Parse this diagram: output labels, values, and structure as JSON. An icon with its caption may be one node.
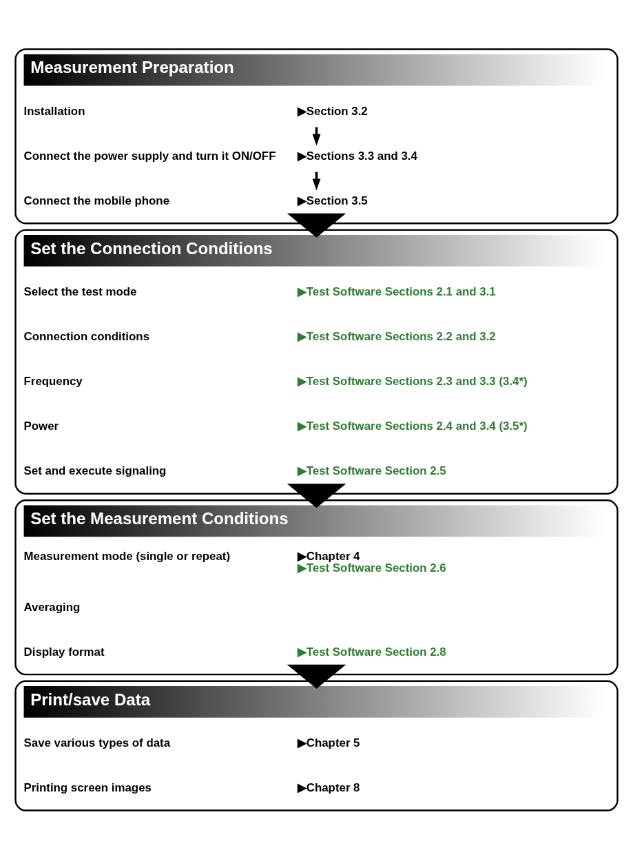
{
  "diagram": {
    "nodes": [
      {
        "text": [
          "Measurement Preparation"
        ]
      },
      {
        "text": [
          "Installation"
        ],
        "in": 0,
        "beside": [
          "▶Section 3.2"
        ]
      },
      {
        "text": [
          "Connect the power supply and turn it ON/OFF"
        ],
        "in": 0,
        "beside": [
          "▶Sections 3.3 and 3.4"
        ]
      },
      {
        "text": [
          "Connect the mobile phone"
        ],
        "in": 0,
        "beside": [
          "▶Section 3.5"
        ]
      },
      {
        "text": [
          "Set the Connection Conditions"
        ]
      },
      {
        "text": [
          "Select the test mode"
        ],
        "in": 4,
        "beside": [
          "▶Test Software Sections 2.1 and 3.1"
        ]
      },
      {
        "text": [
          "Connection conditions"
        ],
        "in": 4,
        "beside": [
          "▶Test Software Sections 2.2 and 3.2"
        ]
      },
      {
        "text": [
          "Frequency"
        ],
        "in": 4,
        "beside": [
          "▶Test Software Sections 2.3 and 3.3 (3.4*)"
        ]
      },
      {
        "text": [
          "Power"
        ],
        "in": 4,
        "beside": [
          "▶Test Software Sections 2.4 and 3.4 (3.5*)"
        ]
      },
      {
        "text": [
          "Set and execute signaling"
        ],
        "in": 4,
        "beside": [
          "▶Test Software Section 2.5"
        ]
      },
      {
        "text": [
          "Set the Measurement Conditions"
        ]
      },
      {
        "text": [
          "Measurement mode (single or repeat)"
        ],
        "in": 10,
        "beside": [
          "▶Chapter 4",
          "▶Test Software Section 2.6"
        ]
      },
      {
        "text": [
          "Averaging"
        ],
        "in": 10
      },
      {
        "text": [
          "Display format"
        ],
        "in": 10,
        "beside": [
          "▶Test Software Section 2.8"
        ]
      },
      {
        "text": [
          "Print/save Data"
        ]
      },
      {
        "text": [
          "Save various types of data"
        ],
        "in": 14,
        "beside": [
          "▶Chapter 5"
        ]
      },
      {
        "text": [
          "Printing screen images"
        ],
        "in": 14,
        "beside": [
          "▶Chapter 8"
        ]
      }
    ],
    "edges": [
      {
        "from": 1,
        "to": 2,
        "arrow": "to"
      },
      {
        "from": 2,
        "to": 3,
        "arrow": "to"
      },
      {
        "from": 0,
        "to": 4,
        "arrow": "to",
        "style": "thick"
      },
      {
        "from": 4,
        "to": 10,
        "arrow": "to",
        "style": "thick"
      },
      {
        "from": 10,
        "to": 14,
        "arrow": "to",
        "style": "thick"
      }
    ]
  }
}
